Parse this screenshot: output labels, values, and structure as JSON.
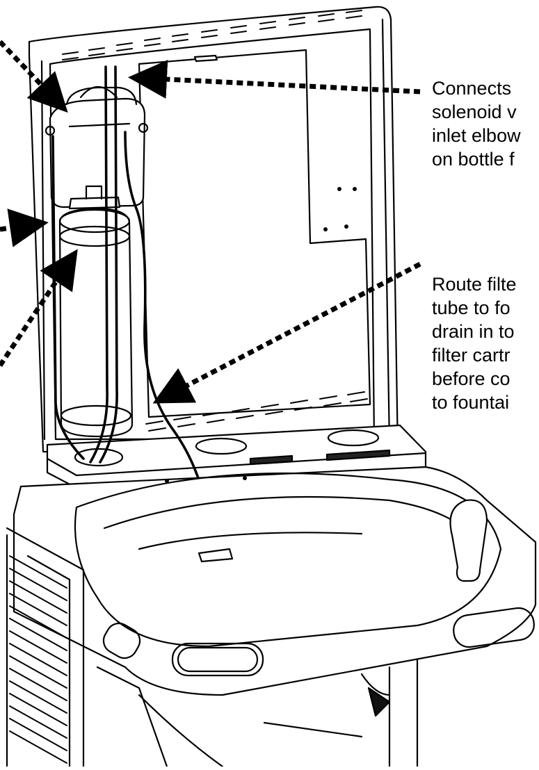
{
  "callouts": [
    {
      "lines": [
        "Connects",
        "solenoid v",
        "inlet elbow",
        "on bottle f"
      ]
    },
    {
      "lines": [
        "Route filte",
        "tube to fo",
        "drain in to",
        "filter cartr",
        "before co",
        "to fountai"
      ]
    }
  ],
  "colors": {
    "line": "#000000",
    "background": "#ffffff"
  }
}
